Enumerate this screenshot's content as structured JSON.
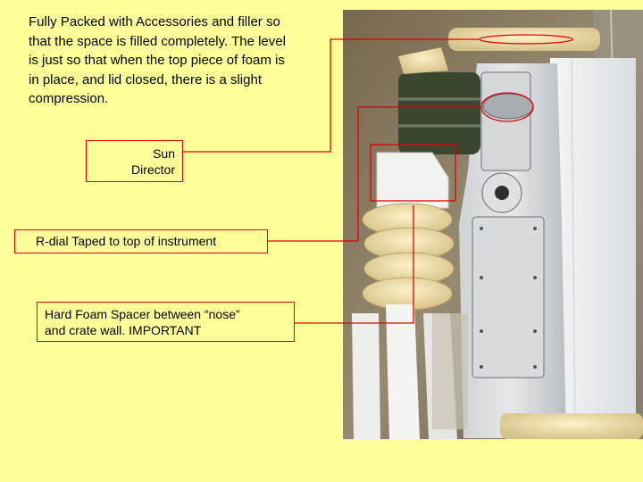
{
  "intro_text": "Fully Packed with Accessories and filler so that the space is filled completely.  The level is just so that when the top piece of foam is in place, and lid closed, there is a slight compression.",
  "labels": {
    "sun_director_line1": "Sun",
    "sun_director_line2": "Director",
    "r_dial": "R-dial Taped to top of instrument",
    "foam_line1": "Hard Foam Spacer between “nose”",
    "foam_line2": "and crate wall. IMPORTANT"
  },
  "colors": {
    "background": "#FFFF99",
    "annotation": "#E00000"
  }
}
